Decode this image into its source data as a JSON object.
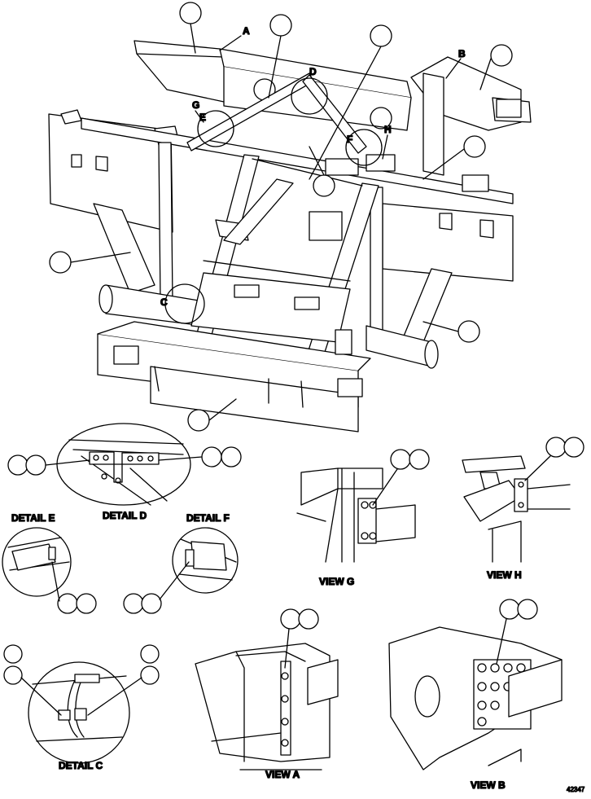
{
  "labels": {
    "letter_a": "A",
    "letter_b": "B",
    "letter_c": "C",
    "letter_d": "D",
    "letter_e": "E",
    "letter_f": "F",
    "letter_g": "G",
    "letter_h": "H",
    "detail_c": "DETAIL C",
    "detail_d": "DETAIL D",
    "detail_e": "DETAIL E",
    "detail_f": "DETAIL F",
    "view_a": "VIEW A",
    "view_b": "VIEW B",
    "view_g": "VIEW G",
    "view_h": "VIEW H",
    "figure_number": "42347"
  }
}
